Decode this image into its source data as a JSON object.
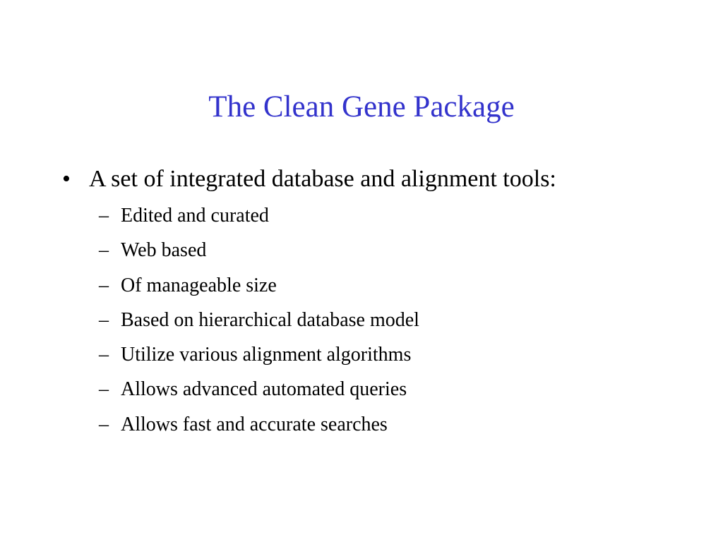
{
  "slide": {
    "title": "The Clean Gene Package",
    "main_bullet": {
      "marker": "•",
      "text": "A set of integrated database and alignment tools:"
    },
    "sub_marker": "–",
    "sub_bullets": [
      "Edited and curated",
      "Web based",
      "Of manageable size",
      "Based on hierarchical database model",
      "Utilize various alignment algorithms",
      "Allows advanced automated queries",
      "Allows fast and accurate searches"
    ],
    "colors": {
      "title": "#3333cc",
      "body": "#000000",
      "background": "#ffffff"
    }
  }
}
